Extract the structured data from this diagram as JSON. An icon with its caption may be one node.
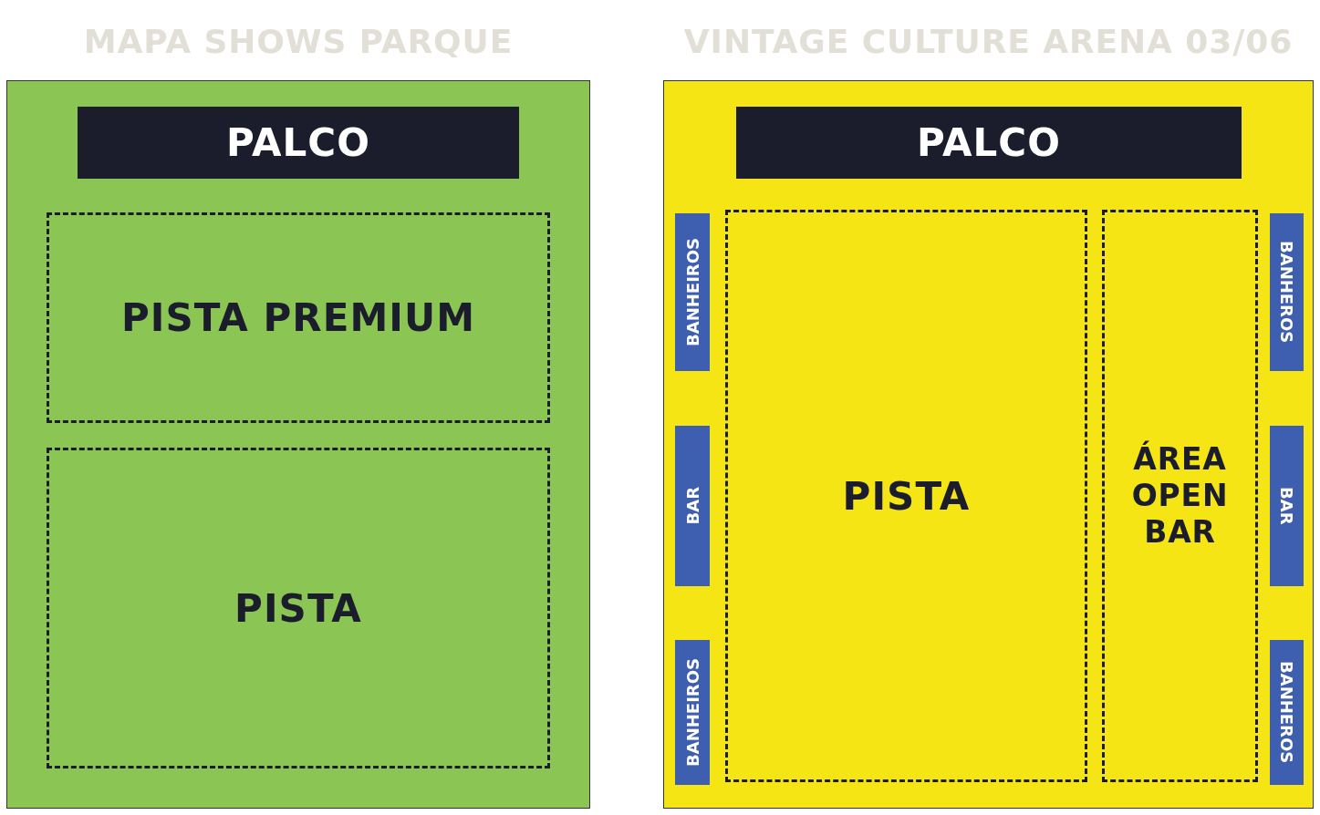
{
  "diagram": {
    "nodes": [
      {
        "text": [
          "MAPA SHOWS PARQUE"
        ]
      },
      {
        "text": [
          "PALCO"
        ],
        "in": 0
      },
      {
        "text": [
          "PISTA PREMIUM"
        ],
        "in": 0
      },
      {
        "text": [
          "PISTA"
        ],
        "in": 0
      },
      {
        "text": [
          "VINTAGE CULTURE ARENA 03/06"
        ]
      },
      {
        "text": [
          "PALCO"
        ],
        "in": 4
      },
      {
        "text": [
          "BANHEIROS"
        ],
        "in": 4
      },
      {
        "text": [
          "BAR"
        ],
        "in": 4
      },
      {
        "text": [
          "BANHEIROS"
        ],
        "in": 4
      },
      {
        "text": [
          "PISTA"
        ],
        "in": 4
      },
      {
        "text": [
          "ÁREA OPEN BAR"
        ],
        "in": 4
      },
      {
        "text": [
          "BANHEROS"
        ],
        "in": 4
      },
      {
        "text": [
          "BAR"
        ],
        "in": 4
      },
      {
        "text": [
          "BANHEROS"
        ],
        "in": 4
      }
    ],
    "edges": []
  }
}
